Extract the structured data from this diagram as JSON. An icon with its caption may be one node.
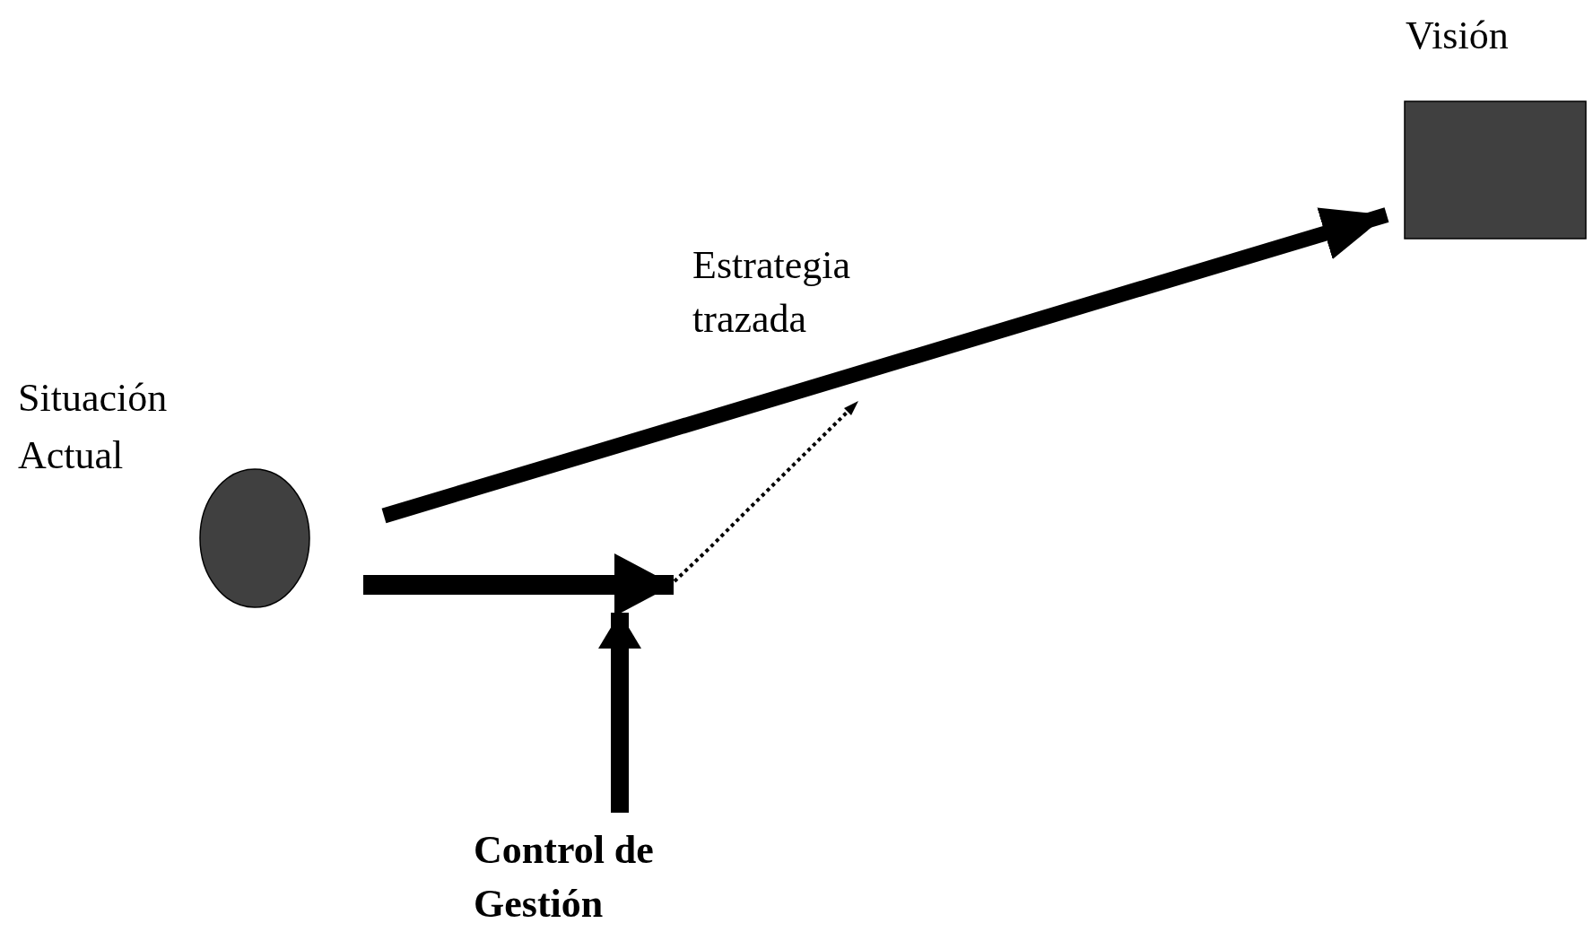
{
  "diagram": {
    "nodes": [
      {
        "text": [],
        "shape": "circle"
      },
      {
        "text": [],
        "shape": "box"
      },
      {
        "text": [
          "Control de Gestión"
        ]
      }
    ],
    "edges": [
      {
        "from": 0,
        "to": 1,
        "arrow": "to",
        "label": "Estrategia trazada"
      },
      {
        "from": 0,
        "to": null,
        "arrow": "to"
      },
      {
        "from": 2,
        "to": null,
        "arrow": "to"
      }
    ],
    "labels": [
      "Visión",
      "Situación Actual"
    ]
  }
}
